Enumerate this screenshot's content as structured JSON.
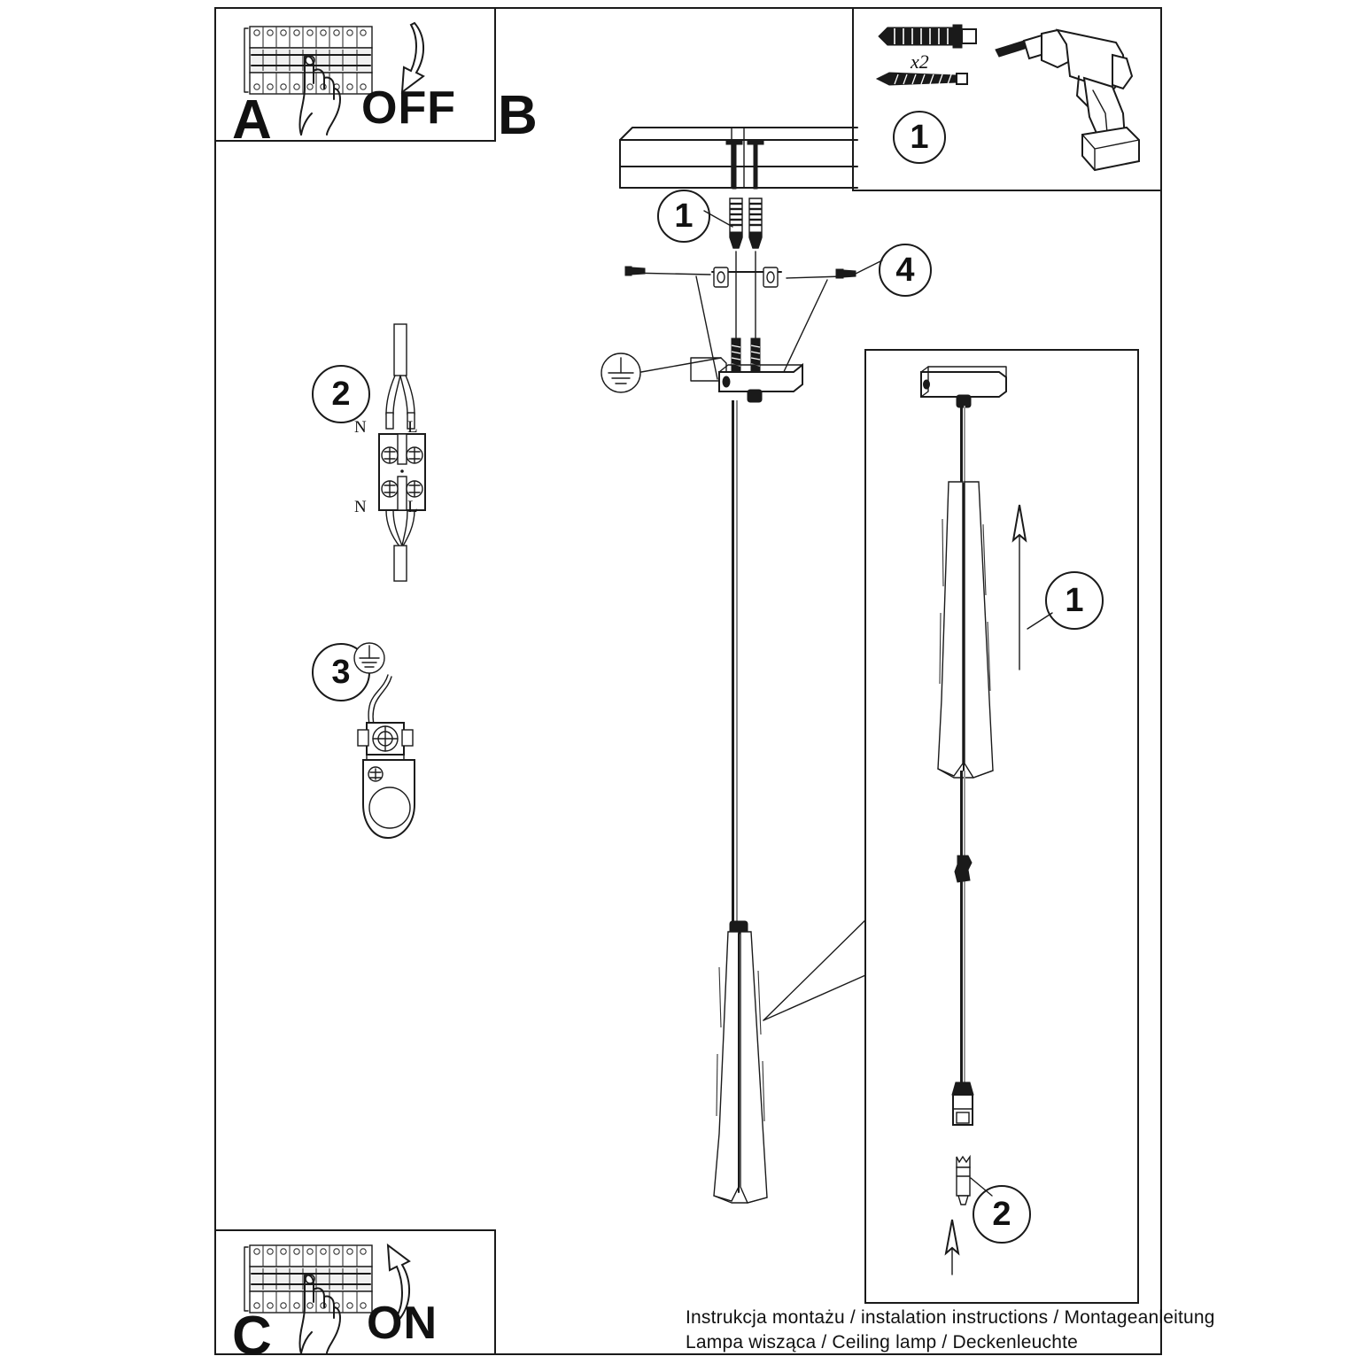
{
  "document": {
    "type": "assembly-instruction-sheet",
    "caption_line1": "Instrukcja montażu / instalation instructions / Montageanleitung",
    "caption_line2": "Lampa wisząca / Ceiling lamp / Deckenleuchte"
  },
  "panels": {
    "a": {
      "letter": "A",
      "action_label": "OFF",
      "description": "Switch the circuit breaker off",
      "icons": [
        "breaker-panel-icon",
        "hand-pointing-icon",
        "curved-arrow-down-icon"
      ]
    },
    "b": {
      "letter": "B",
      "description": "Mount the ceiling lamp",
      "callouts": [
        {
          "number": "1",
          "target": "wall-plug-and-screw"
        },
        {
          "number": "4",
          "target": "bracket-fixing-screw"
        }
      ],
      "icons": [
        "ceiling-icon",
        "mounting-bracket-icon",
        "earth-symbol-icon",
        "canopy-icon",
        "lamp-shade-icon"
      ]
    },
    "c": {
      "letter": "C",
      "action_label": "ON",
      "description": "Switch the circuit breaker on",
      "icons": [
        "breaker-panel-icon",
        "hand-pointing-icon",
        "curved-arrow-up-icon"
      ]
    }
  },
  "tools_panel": {
    "callout": "1",
    "quantity_label": "x2",
    "items": [
      "wall-plug-icon",
      "screw-icon",
      "power-drill-icon"
    ]
  },
  "wiring_steps": [
    {
      "callout": "2",
      "name": "terminal-block-wiring",
      "terminal_labels_top": {
        "left": "N",
        "right": "L"
      },
      "terminal_labels_bottom": {
        "left": "N",
        "right": "L"
      },
      "terminal_count": 4
    },
    {
      "callout": "3",
      "name": "earth-connection",
      "symbol": "earth-symbol-icon"
    }
  ],
  "detail_panel": {
    "callouts": [
      {
        "number": "1",
        "target": "shade-slide-up",
        "direction": "up"
      },
      {
        "number": "2",
        "target": "bulb-insert",
        "direction": "up"
      }
    ]
  },
  "colors": {
    "line": "#1a1a1a",
    "background": "#ffffff",
    "fill_light": "#f0f0f0"
  }
}
